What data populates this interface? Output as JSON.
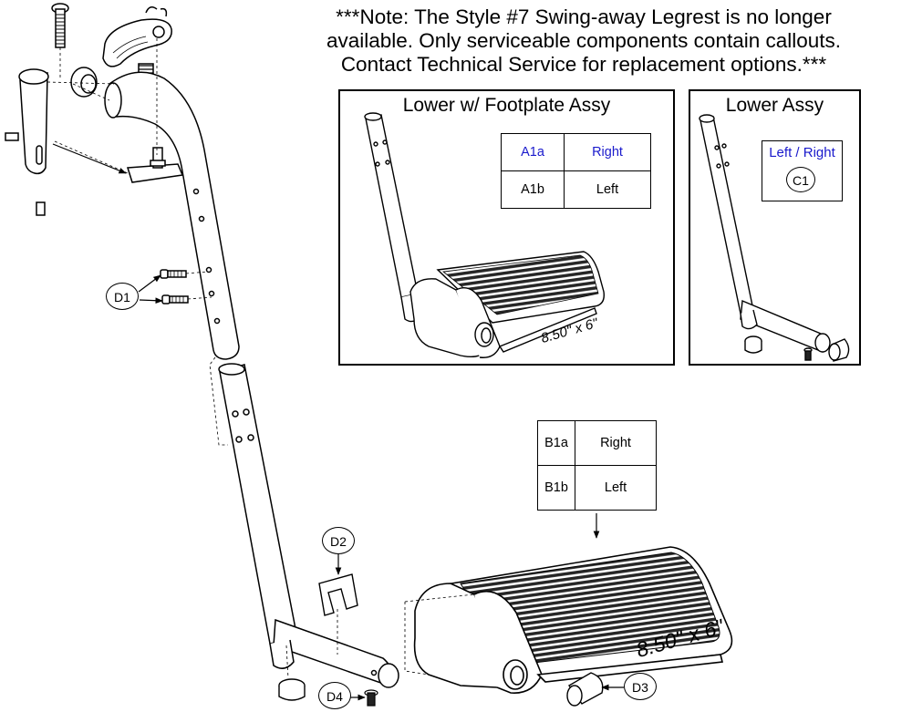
{
  "note": {
    "line1": "***Note: The Style #7 Swing-away Legrest is no longer",
    "line2": "available. Only serviceable components contain callouts.",
    "line3": "Contact Technical Service for replacement options.***"
  },
  "panel_footplate": {
    "title": "Lower w/ Footplate Assy",
    "rows": [
      {
        "code": "A1a",
        "side": "Right"
      },
      {
        "code": "A1b",
        "side": "Left"
      }
    ],
    "dimension": "8.50\" x 6\""
  },
  "panel_lower": {
    "title": "Lower Assy",
    "box_label": "Left / Right",
    "callout": "C1"
  },
  "footplate_table": {
    "rows": [
      {
        "code": "B1a",
        "side": "Right"
      },
      {
        "code": "B1b",
        "side": "Left"
      }
    ]
  },
  "footplate_dimension": "8.50\" x 6\"",
  "callouts": {
    "d1": "D1",
    "d2": "D2",
    "d3": "D3",
    "d4": "D4"
  },
  "colors": {
    "callout_blue": "#1a1acc",
    "line": "#000000",
    "part_fill": "#ffffff",
    "tread": "#2b2b2b"
  }
}
